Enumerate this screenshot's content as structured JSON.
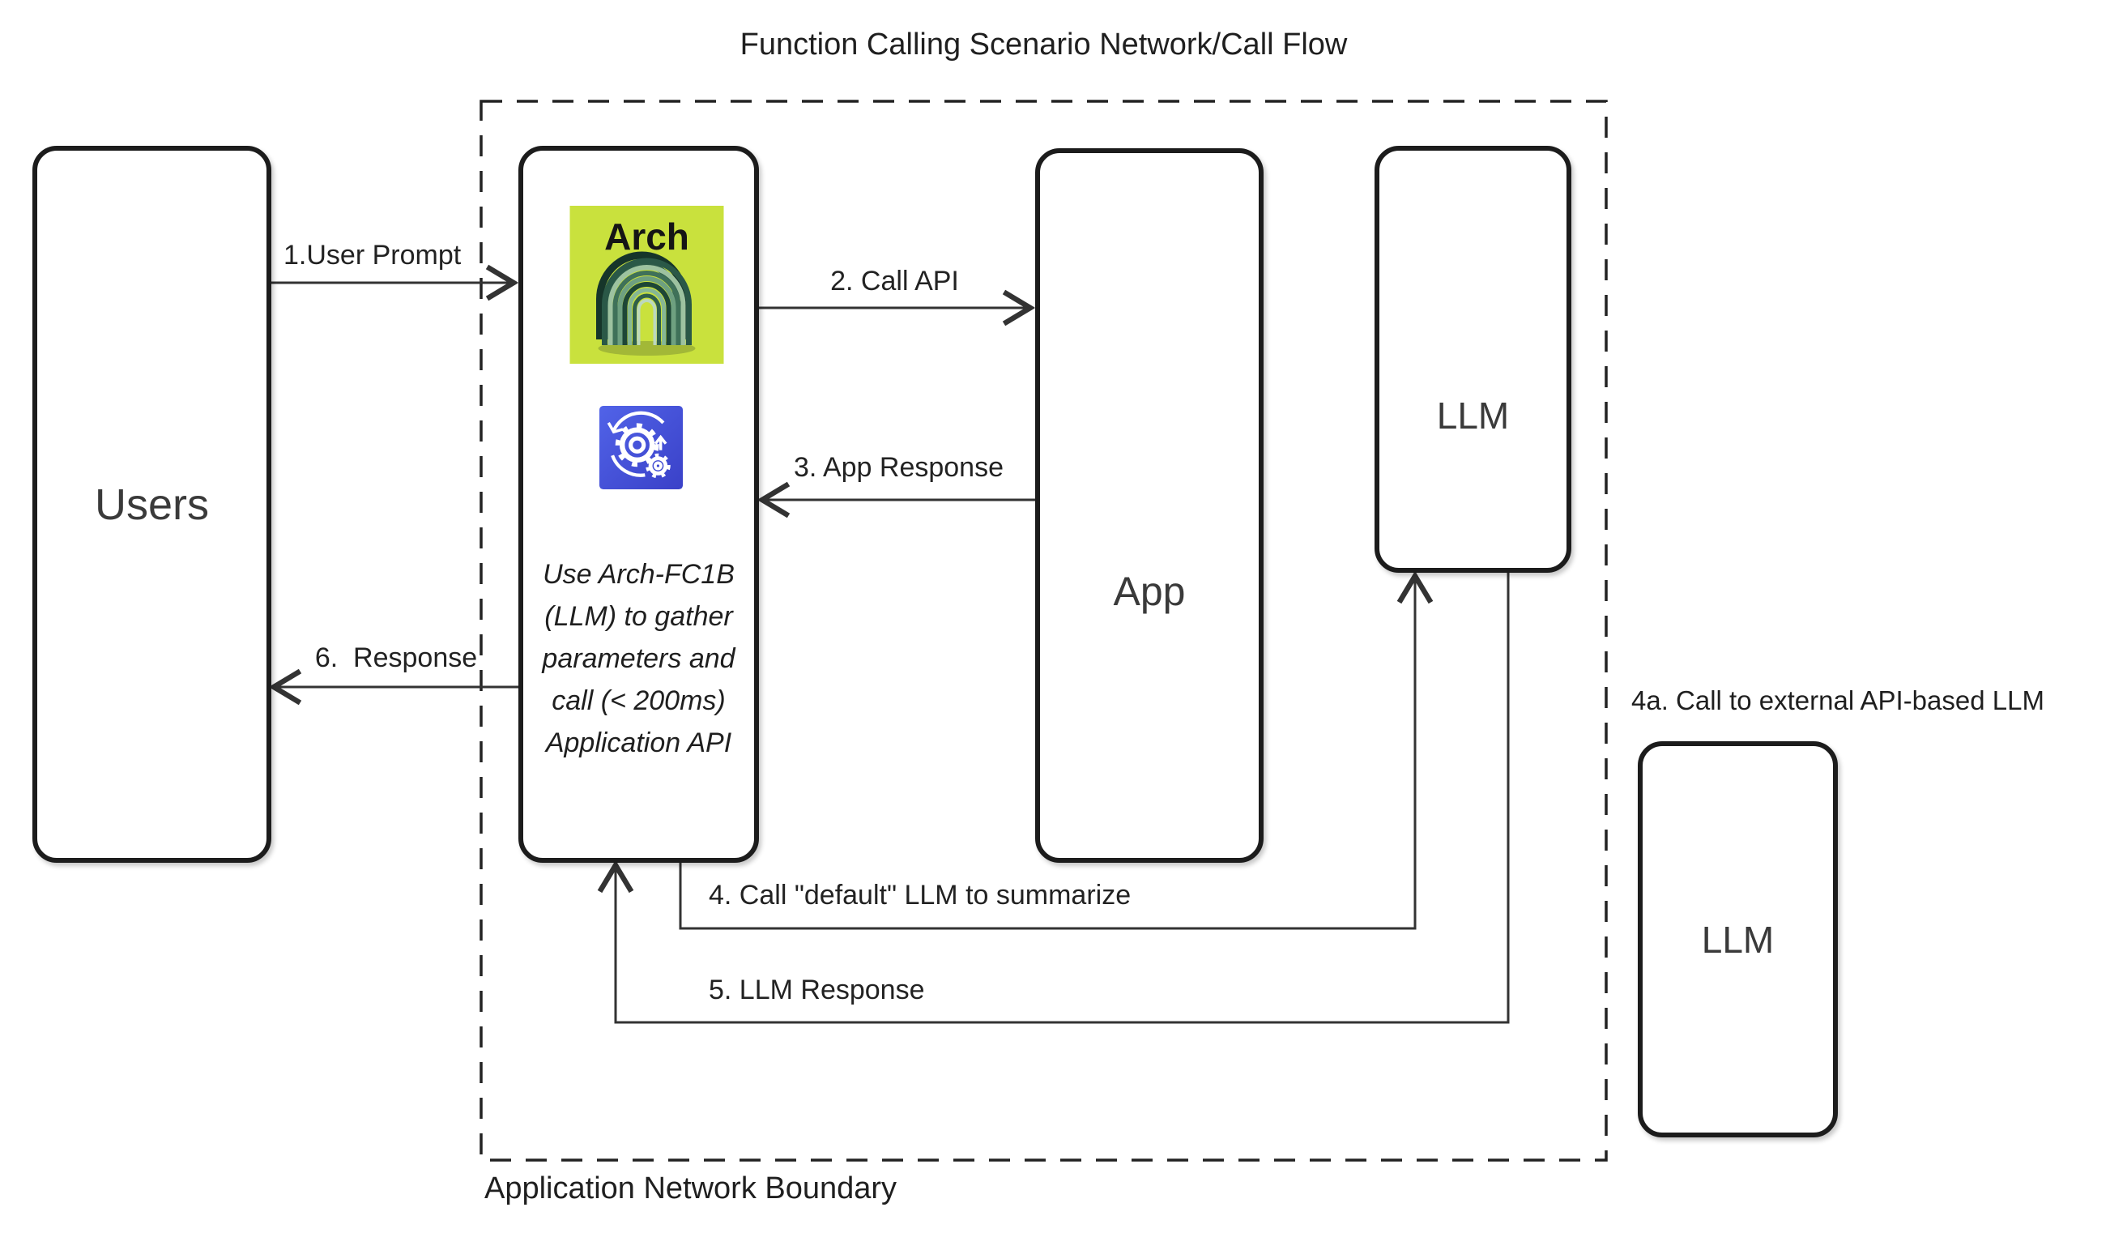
{
  "title": "Function Calling Scenario Network/Call Flow",
  "boundary": {
    "label": "Application Network Boundary"
  },
  "nodes": {
    "users": {
      "label": "Users"
    },
    "arch": {
      "logo_label": "Arch",
      "note": "Use Arch-FC1B\n(LLM) to gather\nparameters and\ncall (< 200ms)\nApplication API"
    },
    "app": {
      "label": "App"
    },
    "llm_internal": {
      "label": "LLM"
    },
    "llm_external": {
      "label": "LLM",
      "caption": "4a. Call to external API-based LLM"
    }
  },
  "arrows": [
    {
      "id": "1",
      "label": "1.User Prompt",
      "from": "users",
      "to": "arch"
    },
    {
      "id": "2",
      "label": "2. Call API",
      "from": "arch",
      "to": "app"
    },
    {
      "id": "3",
      "label": "3. App Response",
      "from": "app",
      "to": "arch"
    },
    {
      "id": "4",
      "label": "4. Call \"default\" LLM to summarize",
      "from": "arch",
      "to": "llm_internal"
    },
    {
      "id": "5",
      "label": "5. LLM Response",
      "from": "llm_internal",
      "to": "arch"
    },
    {
      "id": "6",
      "label": "6.  Response",
      "from": "arch",
      "to": "users"
    }
  ],
  "icons": {
    "arch_logo": "arch-logo-icon",
    "gear_sync": "gear-sync-icon"
  },
  "colors": {
    "box_stroke": "#1c1c1c",
    "arrow_stroke": "#333333",
    "text": "#2e2e2e",
    "arch_logo_bg": "#c9e13d",
    "arch_dark_green": "#1d4636",
    "arch_light_green": "#9dc2a0",
    "gear_icon_blue_top": "#5163e8",
    "gear_icon_blue_bottom": "#3a41c8"
  }
}
